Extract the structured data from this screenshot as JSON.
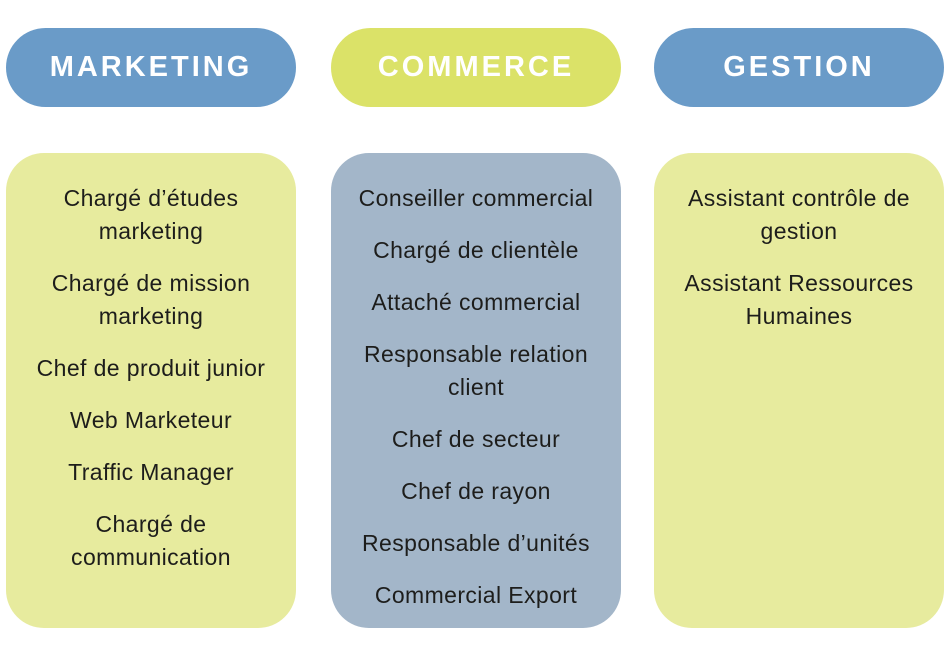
{
  "page": {
    "background_color": "#FFFFFF",
    "text_color": "#1D1D1B",
    "header_text_color": "#FFFFFF"
  },
  "colors": {
    "blue": "#6A9BC8",
    "green_bright": "#DBE268",
    "green_light": "#E7EB9E",
    "blue_gray": "#A3B6C9"
  },
  "columns": [
    {
      "id": "marketing",
      "header": {
        "label": "MARKETING",
        "bg": "#6A9BC8"
      },
      "panel": {
        "bg": "#E7EB9E"
      },
      "items": [
        "Chargé d’études marketing",
        "Chargé de mission marketing",
        "Chef de produit junior",
        "Web Marketeur",
        "Traffic Manager",
        "Chargé de communication"
      ]
    },
    {
      "id": "commerce",
      "header": {
        "label": "COMMERCE",
        "bg": "#DBE268"
      },
      "panel": {
        "bg": "#A3B6C9"
      },
      "items": [
        "Conseiller commercial",
        "Chargé de clientèle",
        "Attaché commercial",
        "Responsable relation client",
        "Chef de secteur",
        "Chef de rayon",
        "Responsable d’unités",
        "Commercial Export"
      ]
    },
    {
      "id": "gestion",
      "header": {
        "label": "GESTION",
        "bg": "#6A9BC8"
      },
      "panel": {
        "bg": "#E7EB9E"
      },
      "items": [
        "Assistant contrôle de gestion",
        "Assistant Ressources Humaines"
      ]
    }
  ]
}
